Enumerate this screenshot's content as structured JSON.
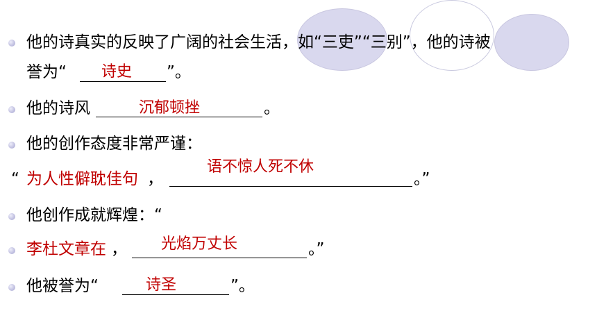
{
  "colors": {
    "answer": "#c00000",
    "circle_fill": "#d9d8ee",
    "bullet": "#b9b8dc"
  },
  "lines": {
    "l1": "他的诗真实的反映了广阔的社会生活，如“三吏”“三别”，他的诗被",
    "l2_pre": "誉为“",
    "l2_post": "”。",
    "l3_pre": "他的诗风",
    "l3_post": "。",
    "l4": "他的创作态度非常严谨：",
    "l5_open": "“",
    "l5_red": "为人性僻耽佳句",
    "l5_comma": "，",
    "l5_post": "。”",
    "l6": "他创作成就辉煌：“",
    "l7_red": "李杜文章在",
    "l7_comma": "，",
    "l7_post": "。”",
    "l8_pre": "他被誉为“",
    "l8_post": "”。"
  },
  "answers": {
    "a1": "诗史",
    "a2": "沉郁顿挫",
    "a3": "语不惊人死不休",
    "a4": "光焰万丈长",
    "a5": "诗圣"
  }
}
